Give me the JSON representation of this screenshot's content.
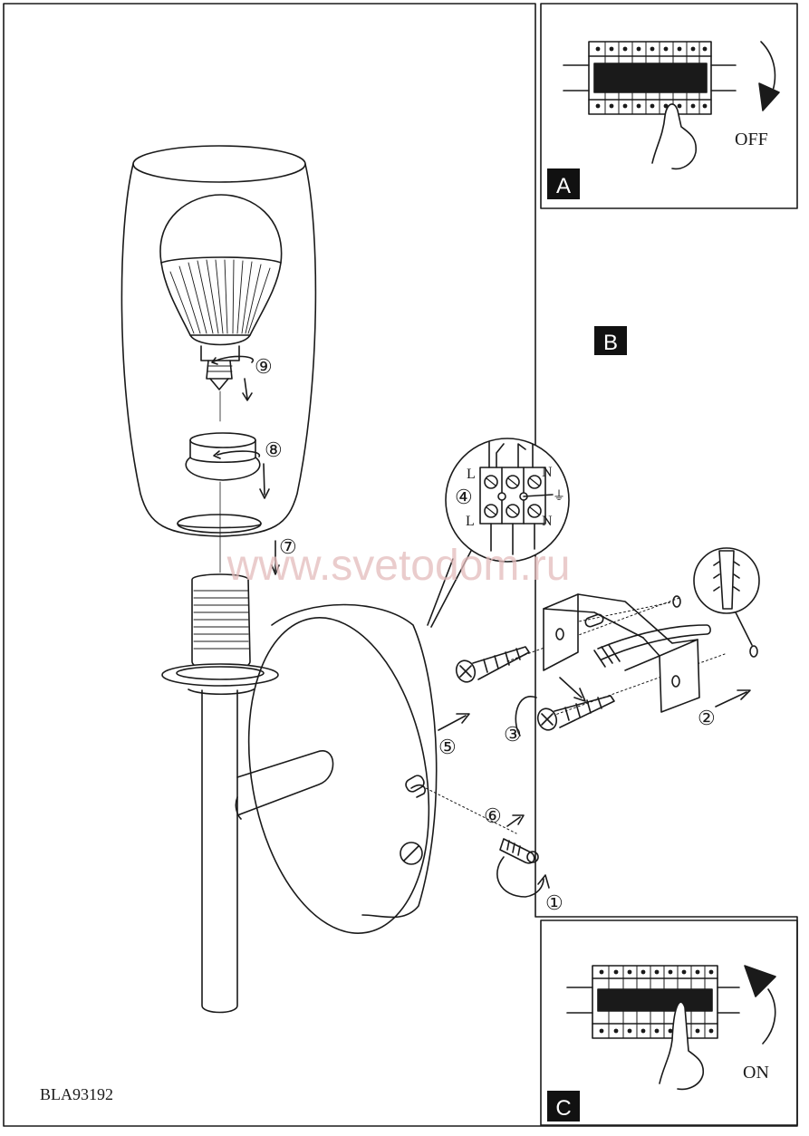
{
  "model_code": "BLA93192",
  "watermark": "www.svetodom.ru",
  "panels": {
    "a": {
      "letter": "A",
      "switch_label": "OFF"
    },
    "b": {
      "letter": "B"
    },
    "c": {
      "letter": "C",
      "switch_label": "ON"
    }
  },
  "steps": [
    "①",
    "②",
    "③",
    "④",
    "⑤",
    "⑥",
    "⑦",
    "⑧",
    "⑨"
  ],
  "terminal_block": {
    "left_top": "L",
    "left_bottom": "L",
    "right_top": "N",
    "right_bottom": "N",
    "earth_symbol": "⏚"
  },
  "colors": {
    "line": "#1a1a1a",
    "letter_box": "#111111",
    "watermark": "#e3bcbc"
  }
}
